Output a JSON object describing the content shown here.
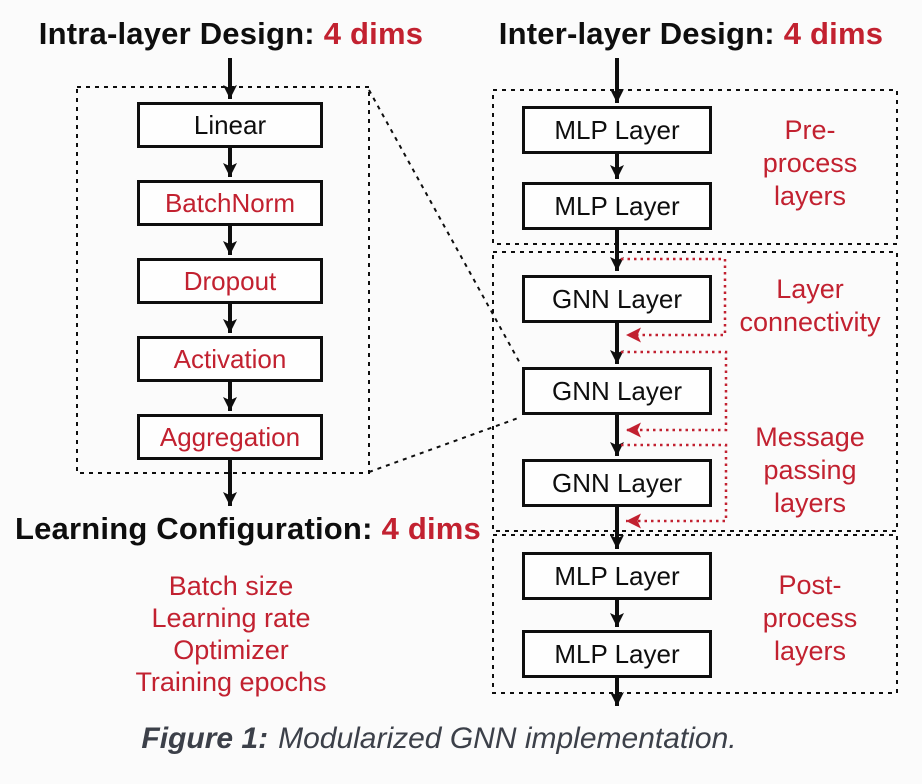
{
  "colors": {
    "accent_red": "#c22130",
    "line_black": "#0e0e0e",
    "caption_gray": "#3c4049"
  },
  "left_panel": {
    "title_black": "Intra-layer Design:",
    "title_red": "4 dims",
    "boxes": [
      {
        "label": "Linear",
        "color": "black"
      },
      {
        "label": "BatchNorm",
        "color": "red"
      },
      {
        "label": "Dropout",
        "color": "red"
      },
      {
        "label": "Activation",
        "color": "red"
      },
      {
        "label": "Aggregation",
        "color": "red"
      }
    ]
  },
  "learning_configuration": {
    "title_black": "Learning Configuration:",
    "title_red": "4 dims",
    "items": [
      "Batch size",
      "Learning rate",
      "Optimizer",
      "Training epochs"
    ]
  },
  "right_panel": {
    "title_black": "Inter-layer Design:",
    "title_red": "4 dims",
    "pre_process": {
      "boxes": [
        "MLP Layer",
        "MLP Layer"
      ],
      "label": "Pre-\nprocess\nlayers"
    },
    "message_passing": {
      "boxes": [
        "GNN Layer",
        "GNN Layer",
        "GNN Layer"
      ],
      "connectivity_label": "Layer\nconnectivity",
      "label": "Message\npassing\nlayers"
    },
    "post_process": {
      "boxes": [
        "MLP Layer",
        "MLP Layer"
      ],
      "label": "Post-\nprocess\nlayers"
    }
  },
  "caption": {
    "prefix": "Figure 1:",
    "text": "Modularized GNN implementation."
  }
}
